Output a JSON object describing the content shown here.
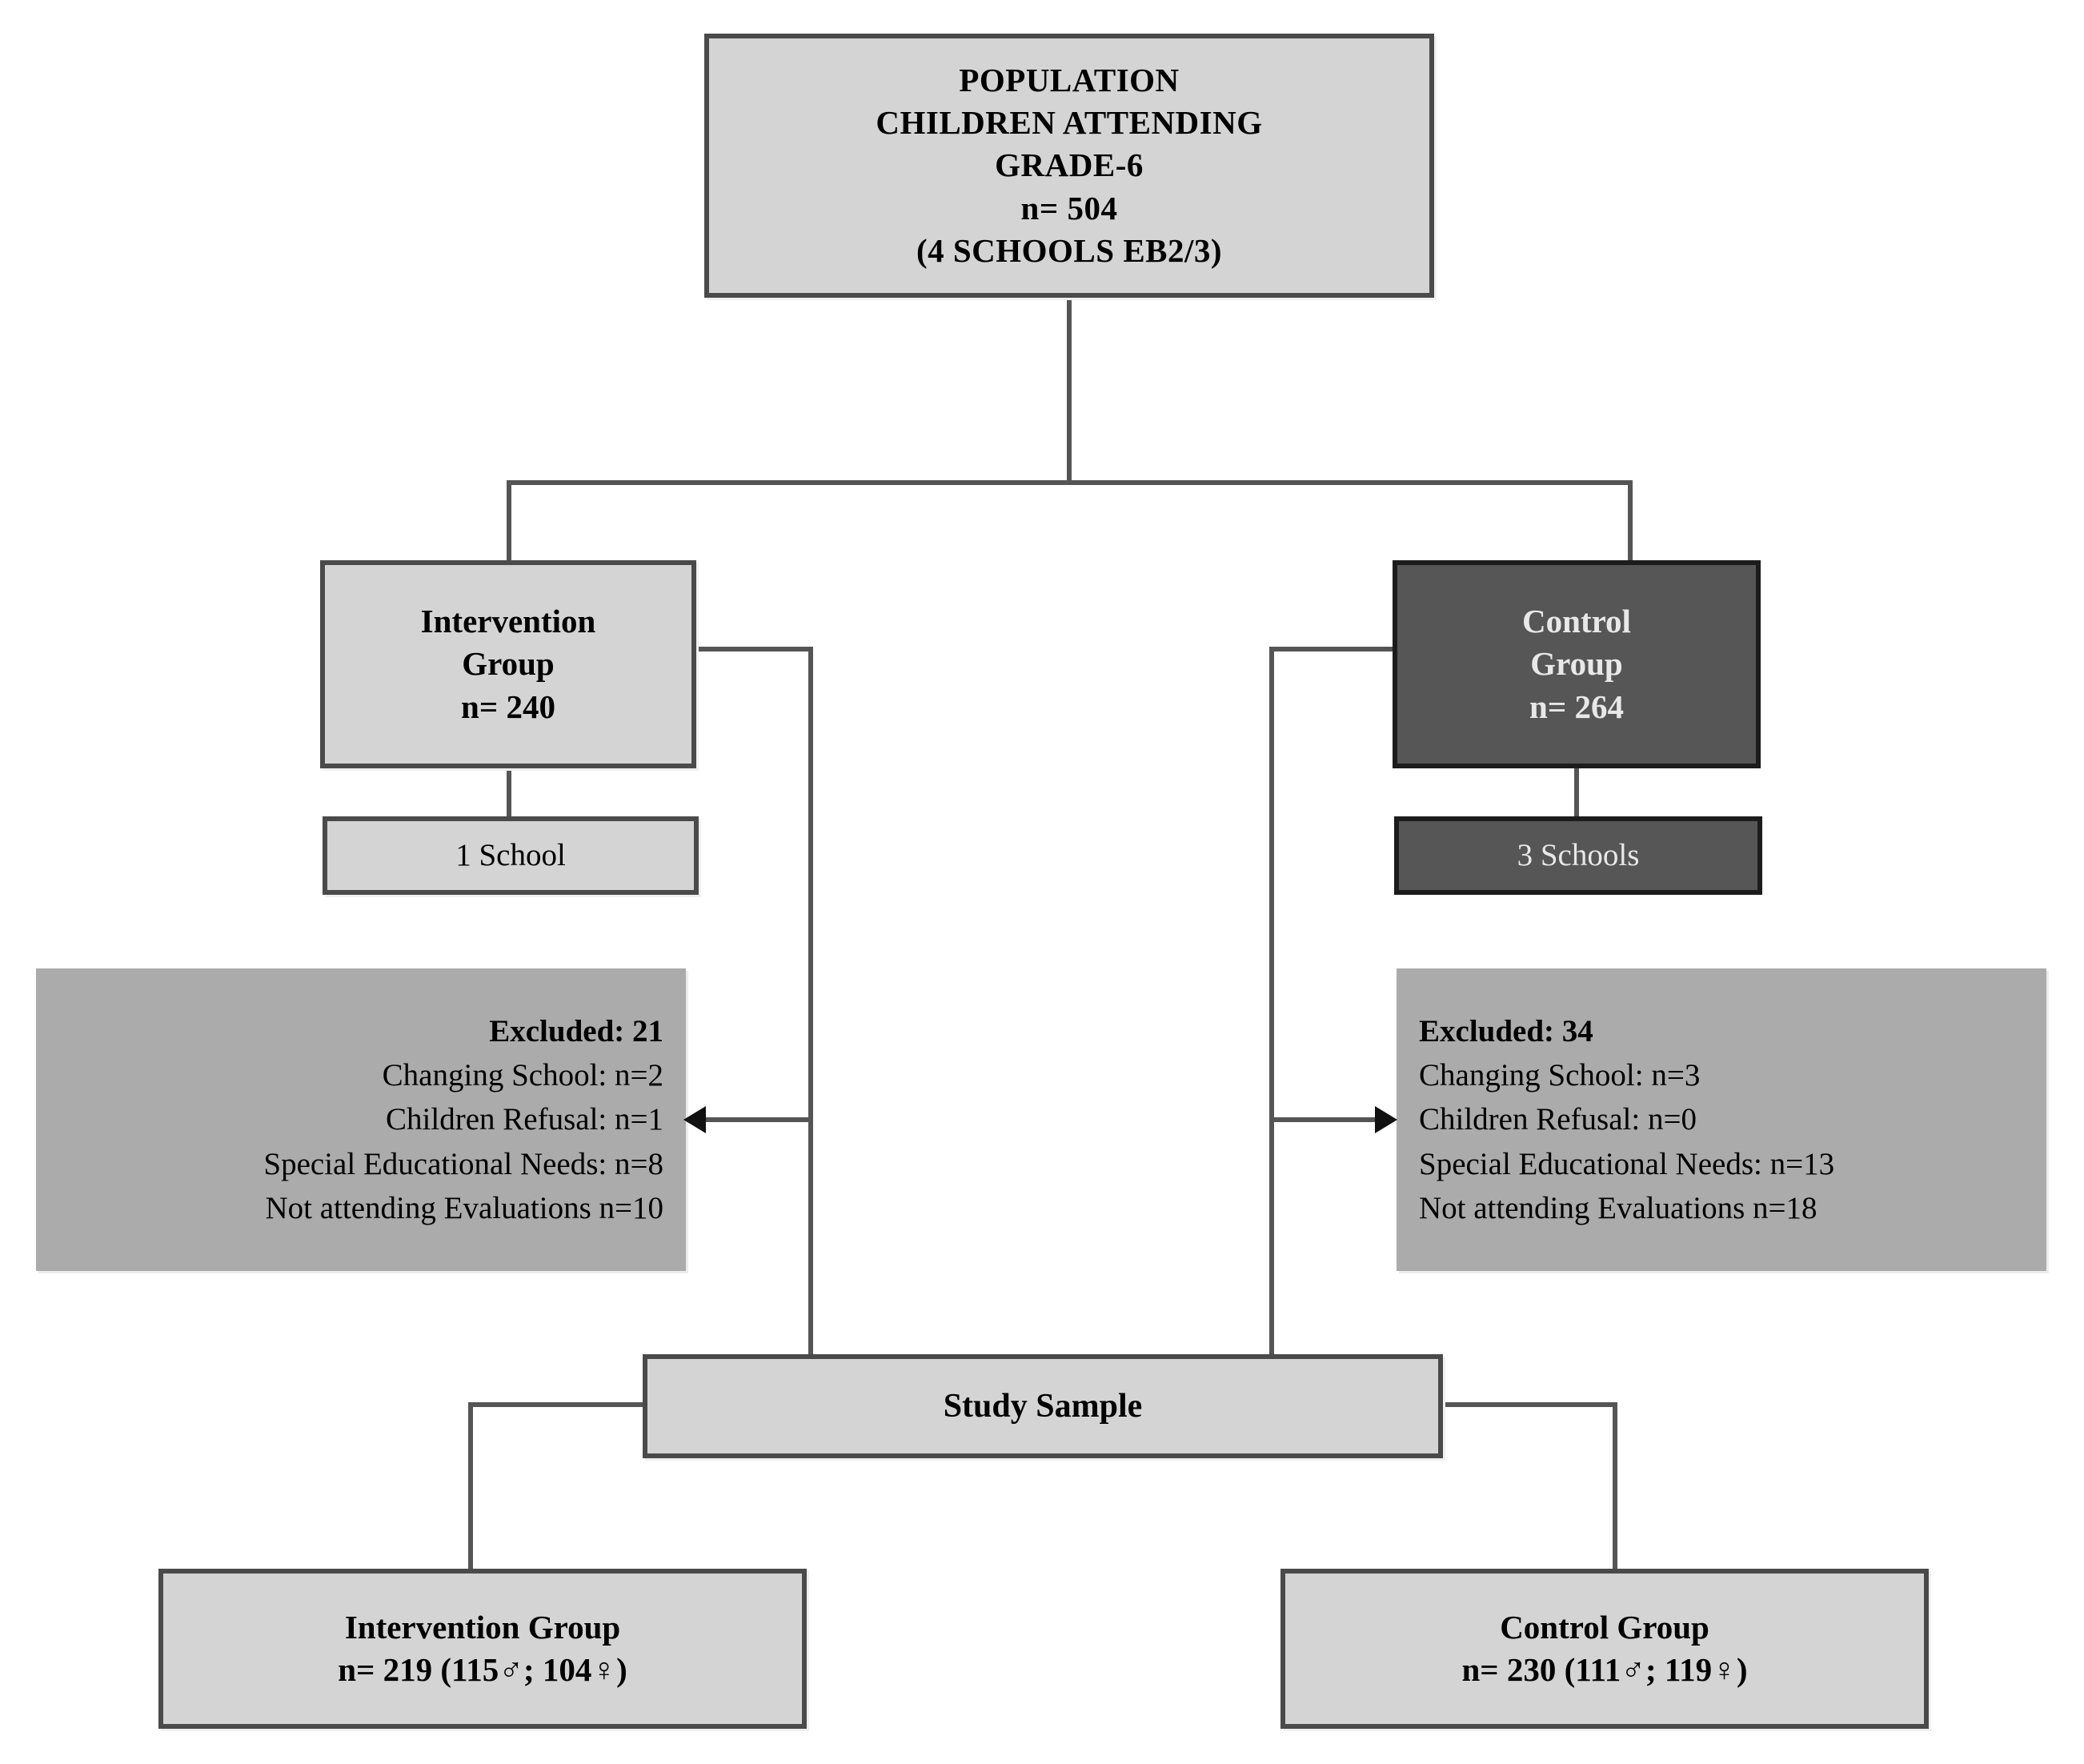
{
  "diagram": {
    "title": "CONSORT-style participant flow diagram",
    "colors": {
      "light_fill": "#d4d4d4",
      "dark_fill": "#565656",
      "flat_fill": "#ababab",
      "border": "#4a4a4a",
      "connector": "#555555",
      "arrow": "#111111"
    }
  },
  "population": {
    "line1": "POPULATION",
    "line2": "CHILDREN ATTENDING",
    "line3": "GRADE-6",
    "line4": "n= 504",
    "line5": "(4 SCHOOLS EB2/3)"
  },
  "intervention": {
    "line1": "Intervention",
    "line2": "Group",
    "line3": "n= 240",
    "schools": "1 School"
  },
  "control": {
    "line1": "Control",
    "line2": "Group",
    "line3": "n= 264",
    "schools": "3 Schools"
  },
  "excluded_left": {
    "header": "Excluded: 21",
    "reasons": [
      "Changing School: n=2",
      "Children Refusal: n=1",
      "Special Educational Needs: n=8",
      "Not attending Evaluations n=10"
    ]
  },
  "excluded_right": {
    "header": "Excluded: 34",
    "reasons": [
      "Changing School: n=3",
      "Children Refusal: n=0",
      "Special Educational Needs: n=13",
      "Not attending Evaluations n=18"
    ]
  },
  "study_sample": {
    "label": "Study Sample"
  },
  "final_intervention": {
    "line1": "Intervention Group",
    "line2": "n= 219 (115♂; 104♀)"
  },
  "final_control": {
    "line1": "Control Group",
    "line2": "n= 230 (111♂; 119♀)"
  }
}
